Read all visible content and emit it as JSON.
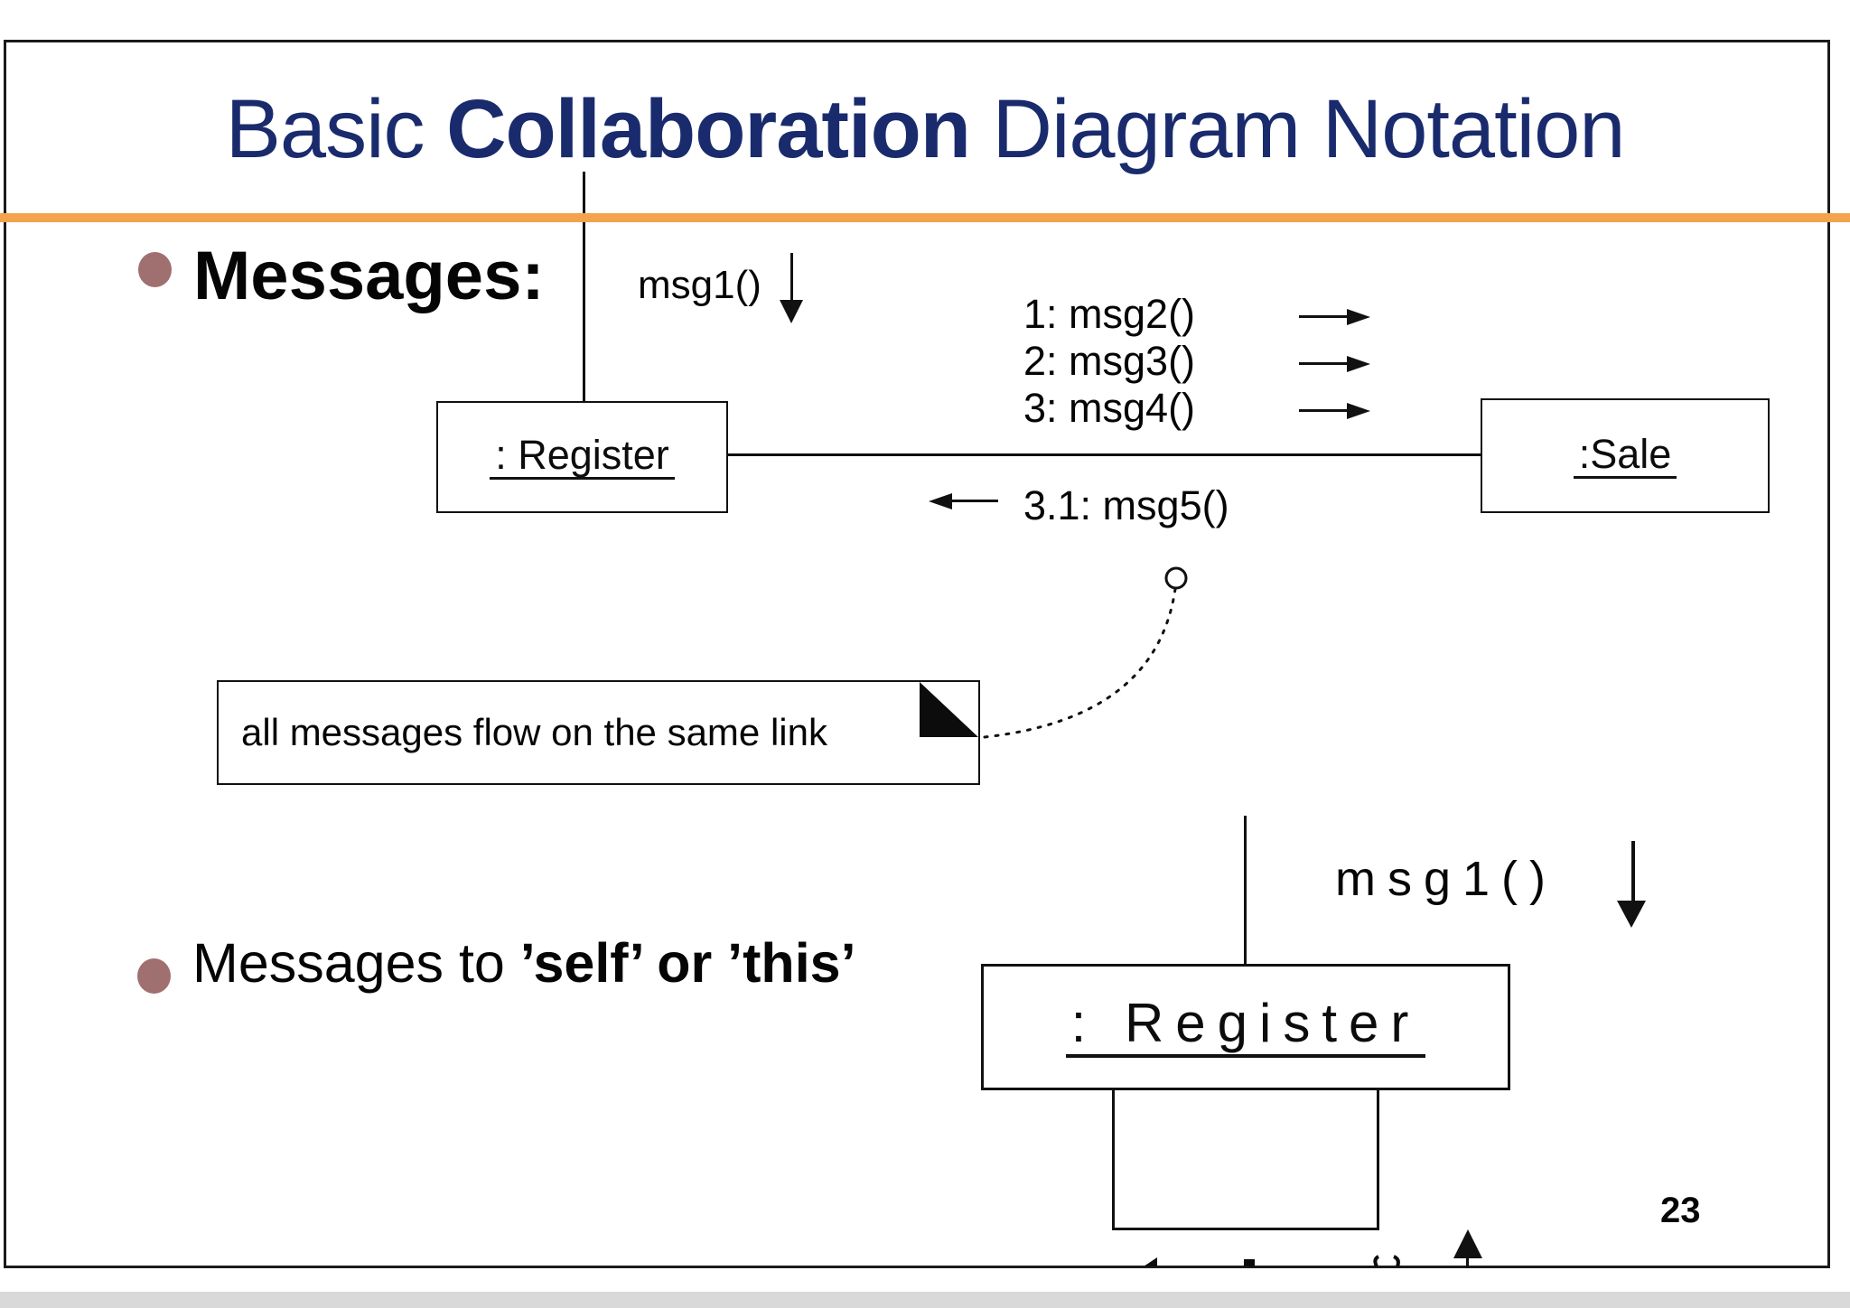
{
  "title": {
    "pre": "Basic ",
    "bold": "Collaboration",
    "post": " Diagram Notation"
  },
  "page_number": "23",
  "bullet1": {
    "label": "Messages:"
  },
  "bullet2": {
    "pre": "Messages to ",
    "bold": "’self’ or ’this’"
  },
  "diagram_top": {
    "incoming_message": "msg1()",
    "register_label": ": Register",
    "sale_label": ":Sale",
    "forward_messages": [
      "1: msg2()",
      "2: msg3()",
      "3: msg4()"
    ],
    "return_message": "3.1: msg5()",
    "note": "all messages flow on the same link"
  },
  "diagram_bottom": {
    "incoming_message": "msg1()",
    "register_label": ": Register"
  },
  "colors": {
    "accent": "#f3a34c",
    "title_ink": "#1a2b6d",
    "bullet_marker": "#a06f70"
  }
}
